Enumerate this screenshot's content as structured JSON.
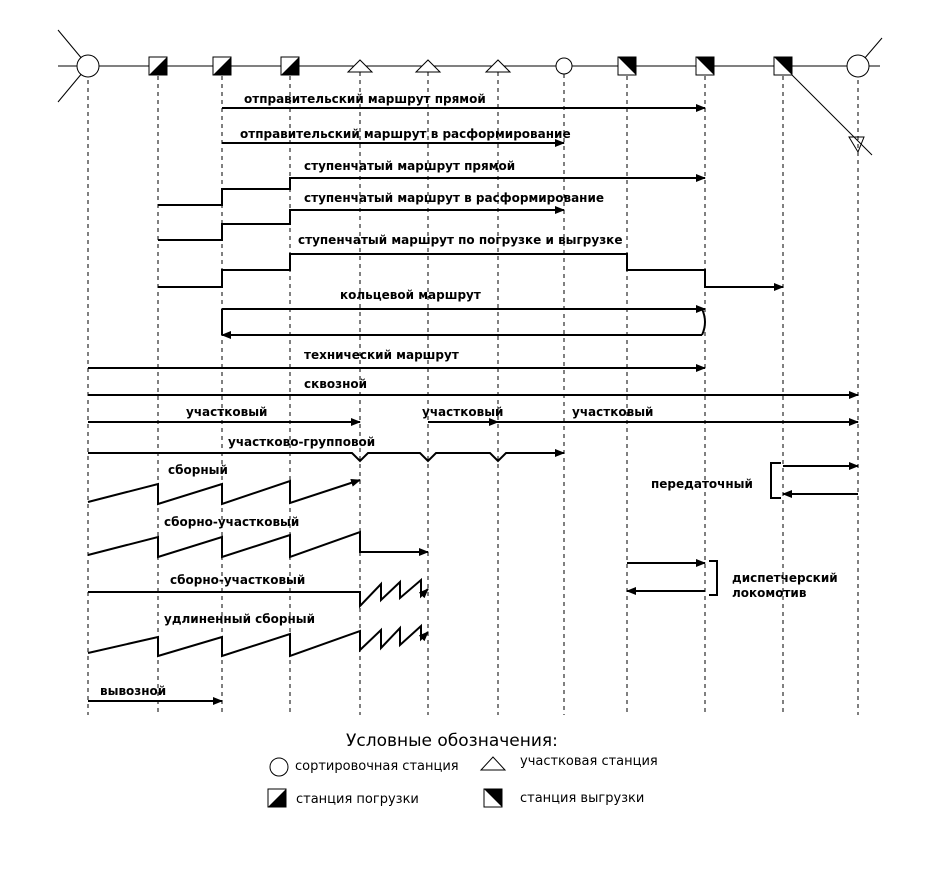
{
  "labels": {
    "r1": "отправительский маршрут прямой",
    "r2": "отправительский маршрут в расформирование",
    "r3": "ступенчатый маршрут прямой",
    "r4": "ступенчатый маршрут в расформирование",
    "r5": "ступенчатый маршрут по погрузке и выгрузке",
    "r6": "кольцевой маршрут",
    "r7": "технический маршрут",
    "r8": "сквозной",
    "r9a": "участковый",
    "r9b": "участковый",
    "r9c": "участковый",
    "r10": "участково-групповой",
    "r11": "сборный",
    "r12": "сборно-участковый",
    "r13": "сборно-участковый",
    "r14": "удлиненный сборный",
    "r15": "вывозной",
    "peredat": "передаточный",
    "disp1": "диспетчерский",
    "disp2": "локомотив"
  },
  "legend": {
    "title": "Условные обозначения:",
    "sorting": "сортировочная станция",
    "district": "участковая станция",
    "loading": "станция погрузки",
    "unloading": "станция выгрузки"
  },
  "stations": [
    "sorting",
    "loading",
    "loading",
    "loading",
    "district",
    "district",
    "district",
    "sorting-small",
    "unloading",
    "unloading",
    "unloading",
    "sorting"
  ]
}
